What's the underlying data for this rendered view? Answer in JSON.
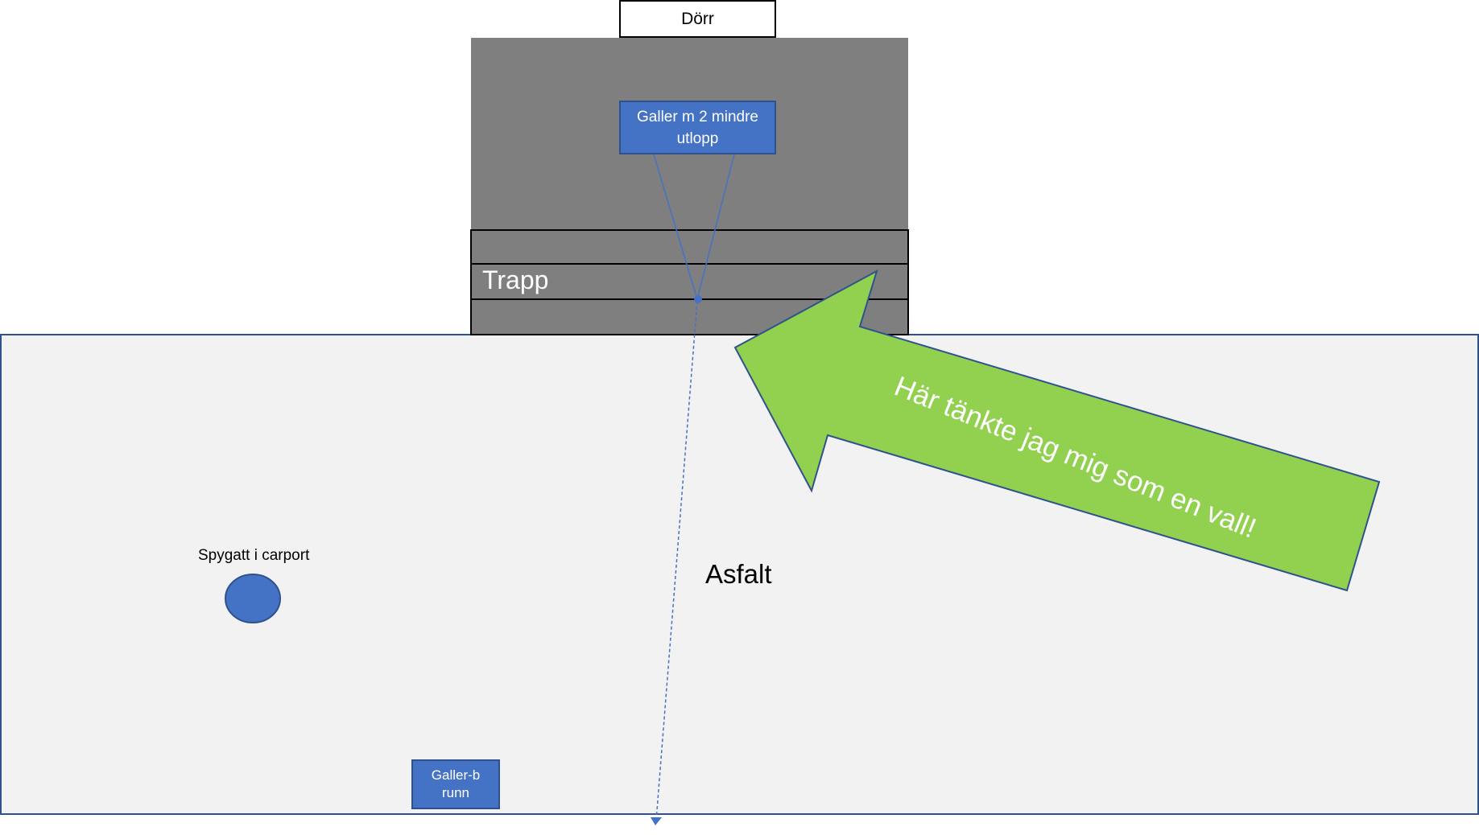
{
  "labels": {
    "door": "Dörr",
    "grate": "Galler m 2 mindre utlopp",
    "stairs": "Trapp",
    "asphalt": "Asfalt",
    "carport_drain": "Spygatt i carport",
    "grate_well": "Galler-brunn",
    "arrow_note": "Här tänkte jag mig som en vall!"
  },
  "colors": {
    "background": "#ffffff",
    "asphalt_fill": "#f2f2f2",
    "stairs_fill": "#7f7f7f",
    "blue_accent": "#4472c4",
    "blue_border": "#2f528f",
    "arrow_fill": "#92d050"
  }
}
